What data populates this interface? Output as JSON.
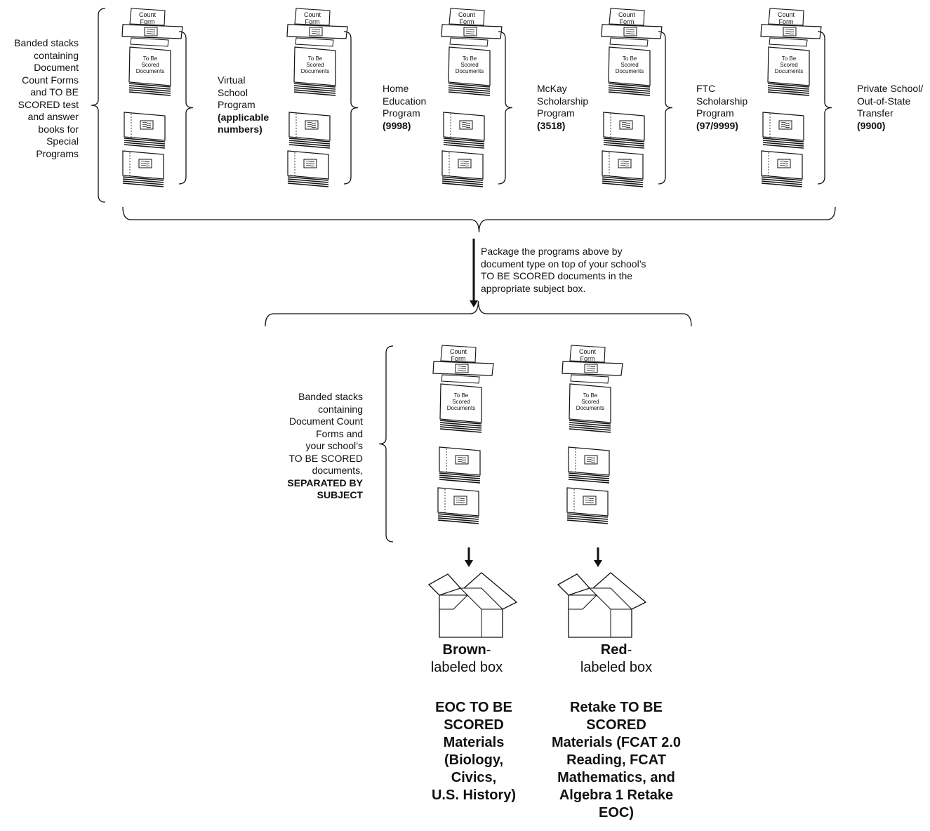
{
  "top": {
    "left_text": [
      "Banded stacks",
      "containing",
      "Document",
      "Count Forms",
      "and TO BE",
      "SCORED test",
      "and answer",
      "books for",
      "Special",
      "Programs"
    ],
    "programs": [
      {
        "lines": [
          "Virtual",
          "School",
          "Program"
        ],
        "code": [
          "(applicable",
          "numbers)"
        ]
      },
      {
        "lines": [
          "Home",
          "Education",
          "Program"
        ],
        "code": [
          "(9998)"
        ]
      },
      {
        "lines": [
          "McKay",
          "Scholarship",
          "Program"
        ],
        "code": [
          "(3518)"
        ]
      },
      {
        "lines": [
          "FTC",
          "Scholarship",
          "Program"
        ],
        "code": [
          "(97/9999)"
        ]
      },
      {
        "lines": [
          "Private School/",
          "Out-of-State",
          "Transfer"
        ],
        "code": [
          "(9900)"
        ]
      }
    ]
  },
  "doc_labels": {
    "count_form": [
      "Count",
      "Form"
    ],
    "to_be_scored": [
      "To Be",
      "Scored",
      "Documents"
    ]
  },
  "arrow_note": [
    "Package the programs above by",
    "document type on top of your school’s",
    "TO BE SCORED documents in the",
    "appropriate subject box."
  ],
  "bottom": {
    "left_text": [
      "Banded stacks",
      "containing",
      "Document Count",
      "Forms and",
      "your school’s",
      "TO BE SCORED",
      "documents,"
    ],
    "left_text_bold": [
      "SEPARATED BY",
      "SUBJECT"
    ]
  },
  "boxes": [
    {
      "color_word": "Brown",
      "suffix": "-",
      "labeled": "labeled box",
      "materials": [
        "EOC TO BE",
        "SCORED",
        "Materials",
        "(Biology,",
        "Civics,",
        "U.S. History)"
      ]
    },
    {
      "color_word": "Red",
      "suffix": "-",
      "labeled": "labeled box",
      "materials": [
        "Retake TO BE",
        "SCORED",
        "Materials (FCAT 2.0",
        "Reading, FCAT",
        "Mathematics, and",
        "Algebra 1 Retake",
        "EOC)"
      ]
    }
  ]
}
